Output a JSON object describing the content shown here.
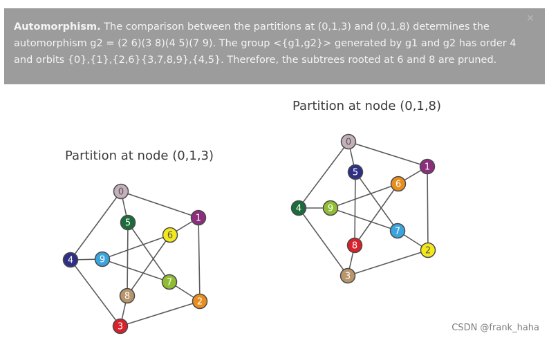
{
  "banner": {
    "heading": "Automorphism.",
    "text": " The comparison between the partitions at (0,1,3) and (0,1,8) determines the automorphism g2 = (2 6)(3 8)(4 5)(7 9). The group <{g1,g2}> generated by g1 and g2 has order 4 and orbits {0},{1},{2,6}{3,7,8,9},{4,5}. Therefore, the subtrees rooted at 6 and 8 are pruned."
  },
  "graphs": [
    {
      "title": "Partition at node (0,1,3)",
      "nodes": [
        {
          "id": "0",
          "color": "#c4b0ba",
          "text_color": "#555555"
        },
        {
          "id": "1",
          "color": "#8b2f7c",
          "text_color": "#ffffff"
        },
        {
          "id": "2",
          "color": "#e88e1f",
          "text_color": "#ffffff"
        },
        {
          "id": "3",
          "color": "#d8212a",
          "text_color": "#ffffff"
        },
        {
          "id": "4",
          "color": "#2f2f85",
          "text_color": "#ffffff"
        },
        {
          "id": "5",
          "color": "#1c6b3a",
          "text_color": "#ffffff"
        },
        {
          "id": "6",
          "color": "#f2e81c",
          "text_color": "#555555"
        },
        {
          "id": "7",
          "color": "#8fbc32",
          "text_color": "#ffffff"
        },
        {
          "id": "8",
          "color": "#b8956a",
          "text_color": "#ffffff"
        },
        {
          "id": "9",
          "color": "#3ba4dc",
          "text_color": "#ffffff"
        }
      ]
    },
    {
      "title": "Partition at node (0,1,8)",
      "nodes": [
        {
          "id": "0",
          "color": "#c4b0ba",
          "text_color": "#555555"
        },
        {
          "id": "1",
          "color": "#8b2f7c",
          "text_color": "#ffffff"
        },
        {
          "id": "2",
          "color": "#f2e81c",
          "text_color": "#555555"
        },
        {
          "id": "3",
          "color": "#b8956a",
          "text_color": "#ffffff"
        },
        {
          "id": "4",
          "color": "#1c6b3a",
          "text_color": "#ffffff"
        },
        {
          "id": "5",
          "color": "#2f2f85",
          "text_color": "#ffffff"
        },
        {
          "id": "6",
          "color": "#e88e1f",
          "text_color": "#ffffff"
        },
        {
          "id": "7",
          "color": "#3ba4dc",
          "text_color": "#ffffff"
        },
        {
          "id": "8",
          "color": "#d8212a",
          "text_color": "#ffffff"
        },
        {
          "id": "9",
          "color": "#8fbc32",
          "text_color": "#ffffff"
        }
      ]
    }
  ],
  "edges": [
    [
      "0",
      "1"
    ],
    [
      "1",
      "2"
    ],
    [
      "2",
      "3"
    ],
    [
      "3",
      "4"
    ],
    [
      "4",
      "0"
    ],
    [
      "0",
      "5"
    ],
    [
      "1",
      "6"
    ],
    [
      "2",
      "7"
    ],
    [
      "3",
      "8"
    ],
    [
      "4",
      "9"
    ],
    [
      "5",
      "7"
    ],
    [
      "5",
      "8"
    ],
    [
      "6",
      "8"
    ],
    [
      "6",
      "9"
    ],
    [
      "7",
      "9"
    ]
  ],
  "edge_color": "#5a5a5a",
  "watermark": "CSDN @frank_haha"
}
